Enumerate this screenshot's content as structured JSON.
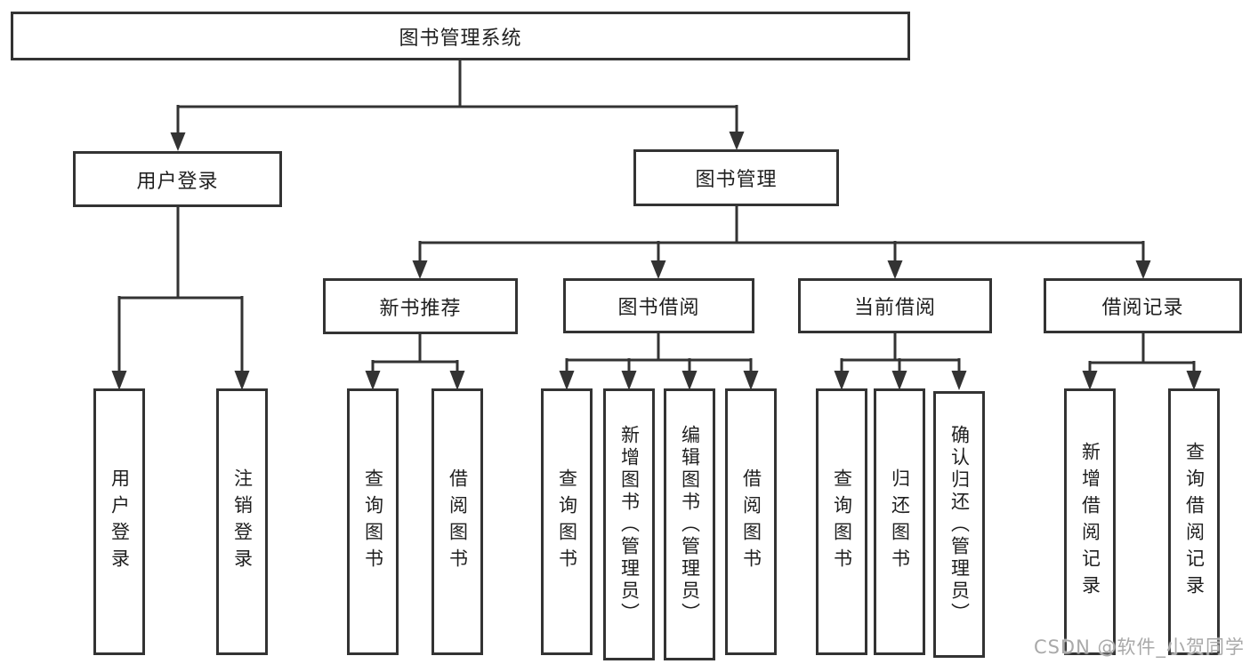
{
  "diagram": {
    "root": {
      "label": "图书管理系统"
    },
    "user_login": {
      "label": "用户登录",
      "children": [
        {
          "label": "用户登录"
        },
        {
          "label": "注销登录"
        }
      ]
    },
    "book_mgmt": {
      "label": "图书管理",
      "groups": [
        {
          "label": "新书推荐",
          "children": [
            {
              "label": "查询图书"
            },
            {
              "label": "借阅图书"
            }
          ]
        },
        {
          "label": "图书借阅",
          "children": [
            {
              "label": "查询图书"
            },
            {
              "label": "新增图书（管理员）"
            },
            {
              "label": "编辑图书（管理员）"
            },
            {
              "label": "借阅图书"
            }
          ]
        },
        {
          "label": "当前借阅",
          "children": [
            {
              "label": "查询图书"
            },
            {
              "label": "归还图书"
            },
            {
              "label": "确认归还（管理员）"
            }
          ]
        },
        {
          "label": "借阅记录",
          "children": [
            {
              "label": "新增借阅记录"
            },
            {
              "label": "查询借阅记录"
            }
          ]
        }
      ]
    },
    "colors": {
      "line": "#333333",
      "text": "#1f1f1f",
      "watermark": "#a9a9a9"
    },
    "watermark": "CSDN @软件_小贺同学"
  }
}
